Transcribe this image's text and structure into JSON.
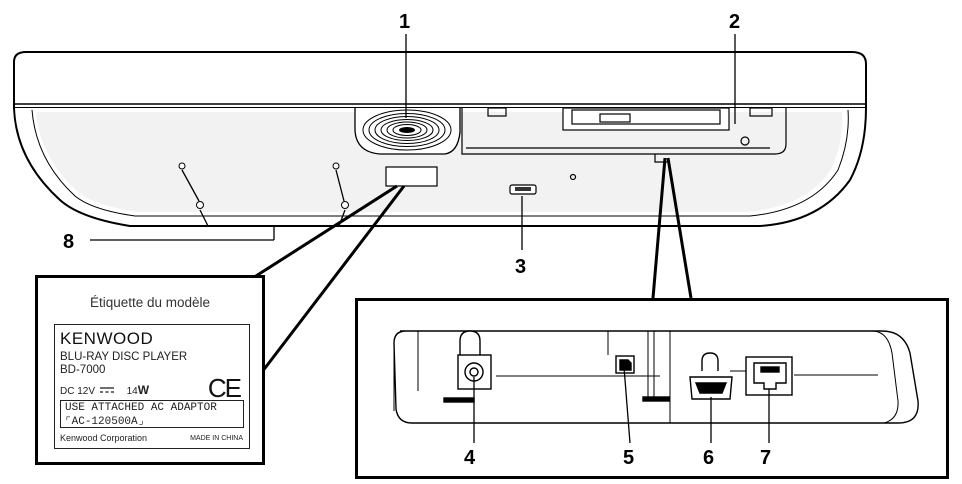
{
  "callouts": {
    "n1": "1",
    "n2": "2",
    "n3": "3",
    "n4": "4",
    "n5": "5",
    "n6": "6",
    "n7": "7",
    "n8": "8"
  },
  "model_label": {
    "title": "Étiquette du modèle",
    "brand": "KENWOOD",
    "product": "BLU-RAY DISC PLAYER",
    "model": "BD-7000",
    "rating_dc": "DC 12V",
    "rating_w": "14",
    "rating_unit": "W",
    "ce_mark": "CE",
    "adaptor_line1": "USE ATTACHED AC ADAPTOR",
    "adaptor_line2": "AC-120500A",
    "corporation": "Kenwood Corporation",
    "made_in": "MADE IN CHINA"
  },
  "colors": {
    "line": "#000000",
    "shade": "#d9d9d9",
    "panel_bg": "#ffffff"
  }
}
